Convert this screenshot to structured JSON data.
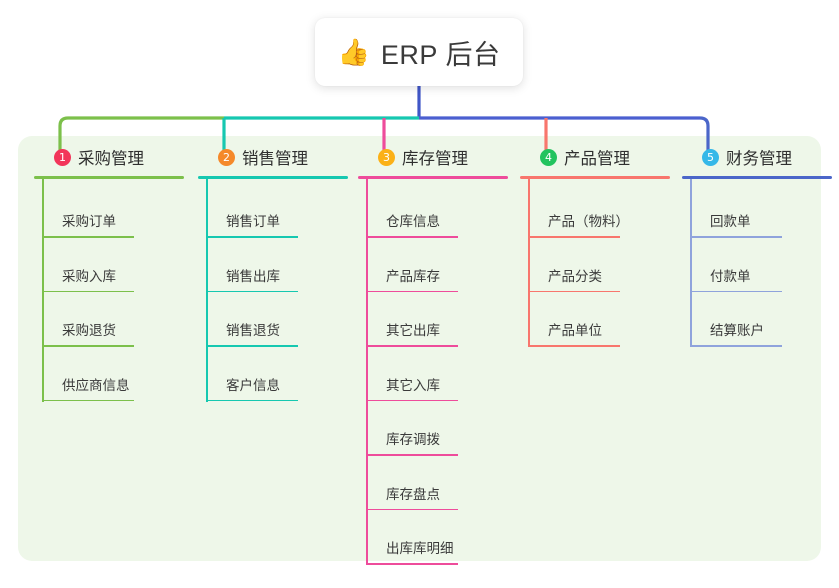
{
  "root": {
    "icon": "thumbs-up-icon",
    "emoji": "👍",
    "title": "ERP 后台"
  },
  "canvas": {
    "background": "#ffffff",
    "panel_background": "#eef7e9"
  },
  "branches": [
    {
      "number": "1",
      "label": "采购管理",
      "badge_color": "#f2355a",
      "rule_color": "#7cc04b",
      "line_color": "#7cc04b",
      "items": [
        "采购订单",
        "采购入库",
        "采购退货",
        "供应商信息"
      ]
    },
    {
      "number": "2",
      "label": "销售管理",
      "badge_color": "#f5892a",
      "rule_color": "#16c8b0",
      "line_color": "#16c8b0",
      "items": [
        "销售订单",
        "销售出库",
        "销售退货",
        "客户信息"
      ]
    },
    {
      "number": "3",
      "label": "库存管理",
      "badge_color": "#fbb117",
      "rule_color": "#ee4c9b",
      "line_color": "#ee4c9b",
      "items": [
        "仓库信息",
        "产品库存",
        "其它出库",
        "其它入库",
        "库存调拨",
        "库存盘点",
        "出库库明细"
      ]
    },
    {
      "number": "4",
      "label": "产品管理",
      "badge_color": "#22c35e",
      "rule_color": "#f8766d",
      "line_color": "#f8766d",
      "items": [
        "产品（物料）",
        "产品分类",
        "产品单位"
      ]
    },
    {
      "number": "5",
      "label": "财务管理",
      "badge_color": "#35b8e8",
      "rule_color": "#4b66c9",
      "line_color": "#8fa3dc",
      "items": [
        "回款单",
        "付款单",
        "结算账户"
      ]
    }
  ],
  "connector_colors": {
    "root_stem": "#4056c7",
    "bus_left": "#7cc04b",
    "bus_mid": "#16c8b0",
    "bus_right": "#4b5fd0"
  }
}
